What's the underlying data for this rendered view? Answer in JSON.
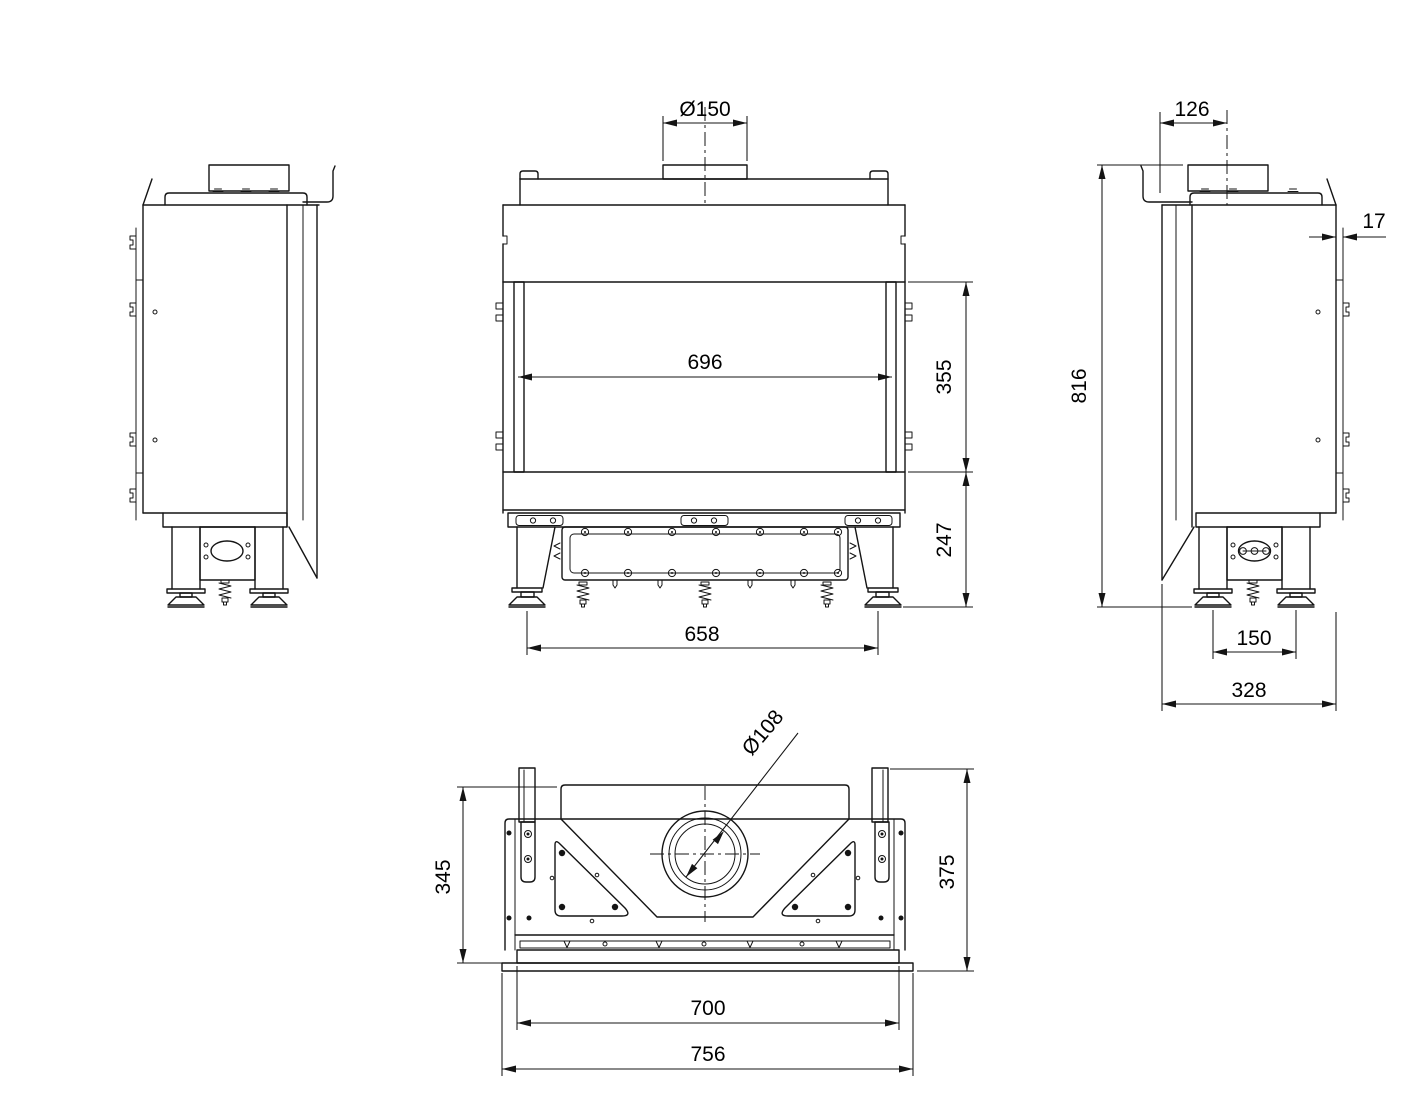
{
  "page": {
    "background": "#ffffff",
    "ink": "#141414",
    "description_units": "mm"
  },
  "drawing": {
    "front_view": {
      "flue_diameter": "Ø150",
      "glass_width": "696",
      "glass_height": "355",
      "base_height": "247",
      "feet_span": "658"
    },
    "side_view": {
      "flue_center_offset": "126",
      "glass_lip": "17",
      "overall_height": "816",
      "feet_span_depth": "150",
      "overall_depth": "328"
    },
    "bottom_view": {
      "inlet_diameter": "Ø108",
      "body_depth": "345",
      "overall_depth": "375",
      "inner_width": "700",
      "overall_width": "756"
    }
  }
}
